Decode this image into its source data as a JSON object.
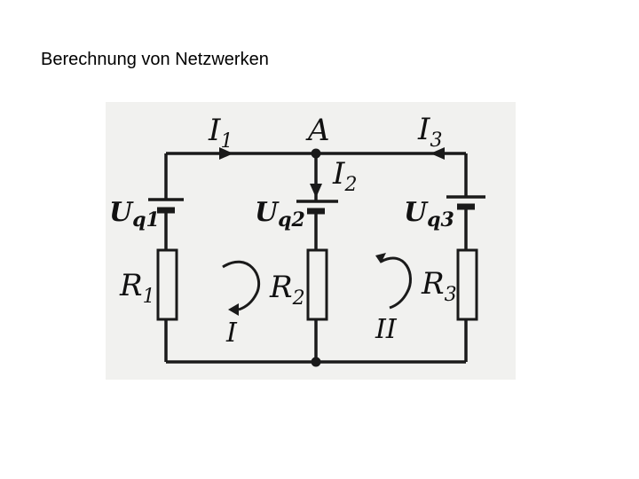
{
  "slide": {
    "title": "Berechnung von Netzwerken"
  },
  "circuit": {
    "node_label": "A",
    "currents": [
      {
        "symbol": "I",
        "index": "1"
      },
      {
        "symbol": "I",
        "index": "2"
      },
      {
        "symbol": "I",
        "index": "3"
      }
    ],
    "sources": [
      {
        "symbol": "U",
        "index": "q1"
      },
      {
        "symbol": "U",
        "index": "q2"
      },
      {
        "symbol": "U",
        "index": "q3"
      }
    ],
    "resistors": [
      {
        "symbol": "R",
        "index": "1"
      },
      {
        "symbol": "R",
        "index": "2"
      },
      {
        "symbol": "R",
        "index": "3"
      }
    ],
    "loops": [
      {
        "label": "I",
        "direction": "clockwise"
      },
      {
        "label": "II",
        "direction": "counterclockwise"
      }
    ]
  }
}
